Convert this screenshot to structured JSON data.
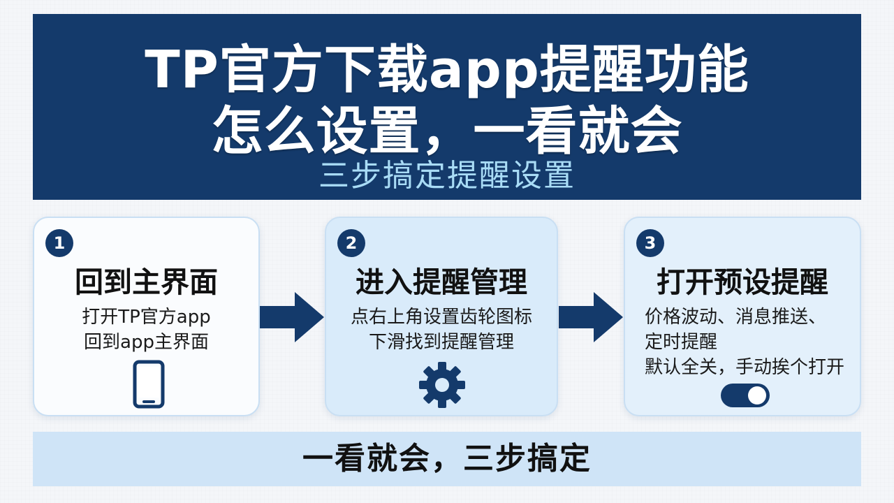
{
  "header": {
    "title_line1": "TP官方下载app提醒功能",
    "title_line2": "怎么设置，一看就会",
    "subtitle": "三步搞定提醒设置"
  },
  "steps": [
    {
      "number": "1",
      "title": "回到主界面",
      "lines": [
        "打开TP官方app",
        "回到app主界面"
      ],
      "icon": "smartphone-icon"
    },
    {
      "number": "2",
      "title": "进入提醒管理",
      "lines": [
        "点右上角设置齿轮图标",
        "下滑找到提醒管理"
      ],
      "icon": "gear-icon"
    },
    {
      "number": "3",
      "title": "打开预设提醒",
      "lines": [
        "价格波动、消息推送、",
        "定时提醒",
        "默认全关，手动挨个打开"
      ],
      "icon": "toggle-switch-icon",
      "toggle_state": "on"
    }
  ],
  "footer": {
    "text": "一看就会，三步搞定"
  },
  "colors": {
    "navy": "#143a6b",
    "subtitle": "#a9dcf6",
    "card_light": "#fafcfe",
    "card_blue": "#d9ebfa",
    "footer_bg": "#cfe4f7"
  }
}
